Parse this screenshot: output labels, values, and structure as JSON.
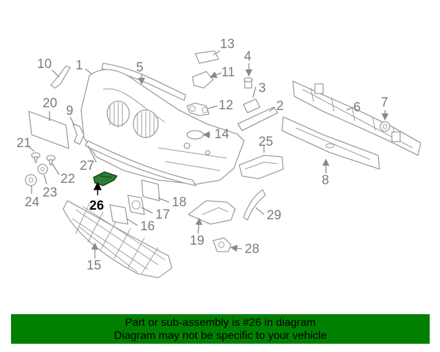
{
  "highlighted_part": "26",
  "callouts": [
    "1",
    "2",
    "3",
    "4",
    "5",
    "6",
    "7",
    "8",
    "9",
    "10",
    "11",
    "12",
    "13",
    "14",
    "15",
    "16",
    "17",
    "18",
    "19",
    "20",
    "21",
    "22",
    "23",
    "24",
    "25",
    "26",
    "27",
    "28",
    "29"
  ],
  "banner": {
    "line1": "Part or sub-assembly is #26 in diagram",
    "line2": "Diagram may not be specific to your vehicle"
  },
  "colors": {
    "highlight": "#2e7d32",
    "banner": "#017f01",
    "line_art": "#9a9a9a"
  }
}
